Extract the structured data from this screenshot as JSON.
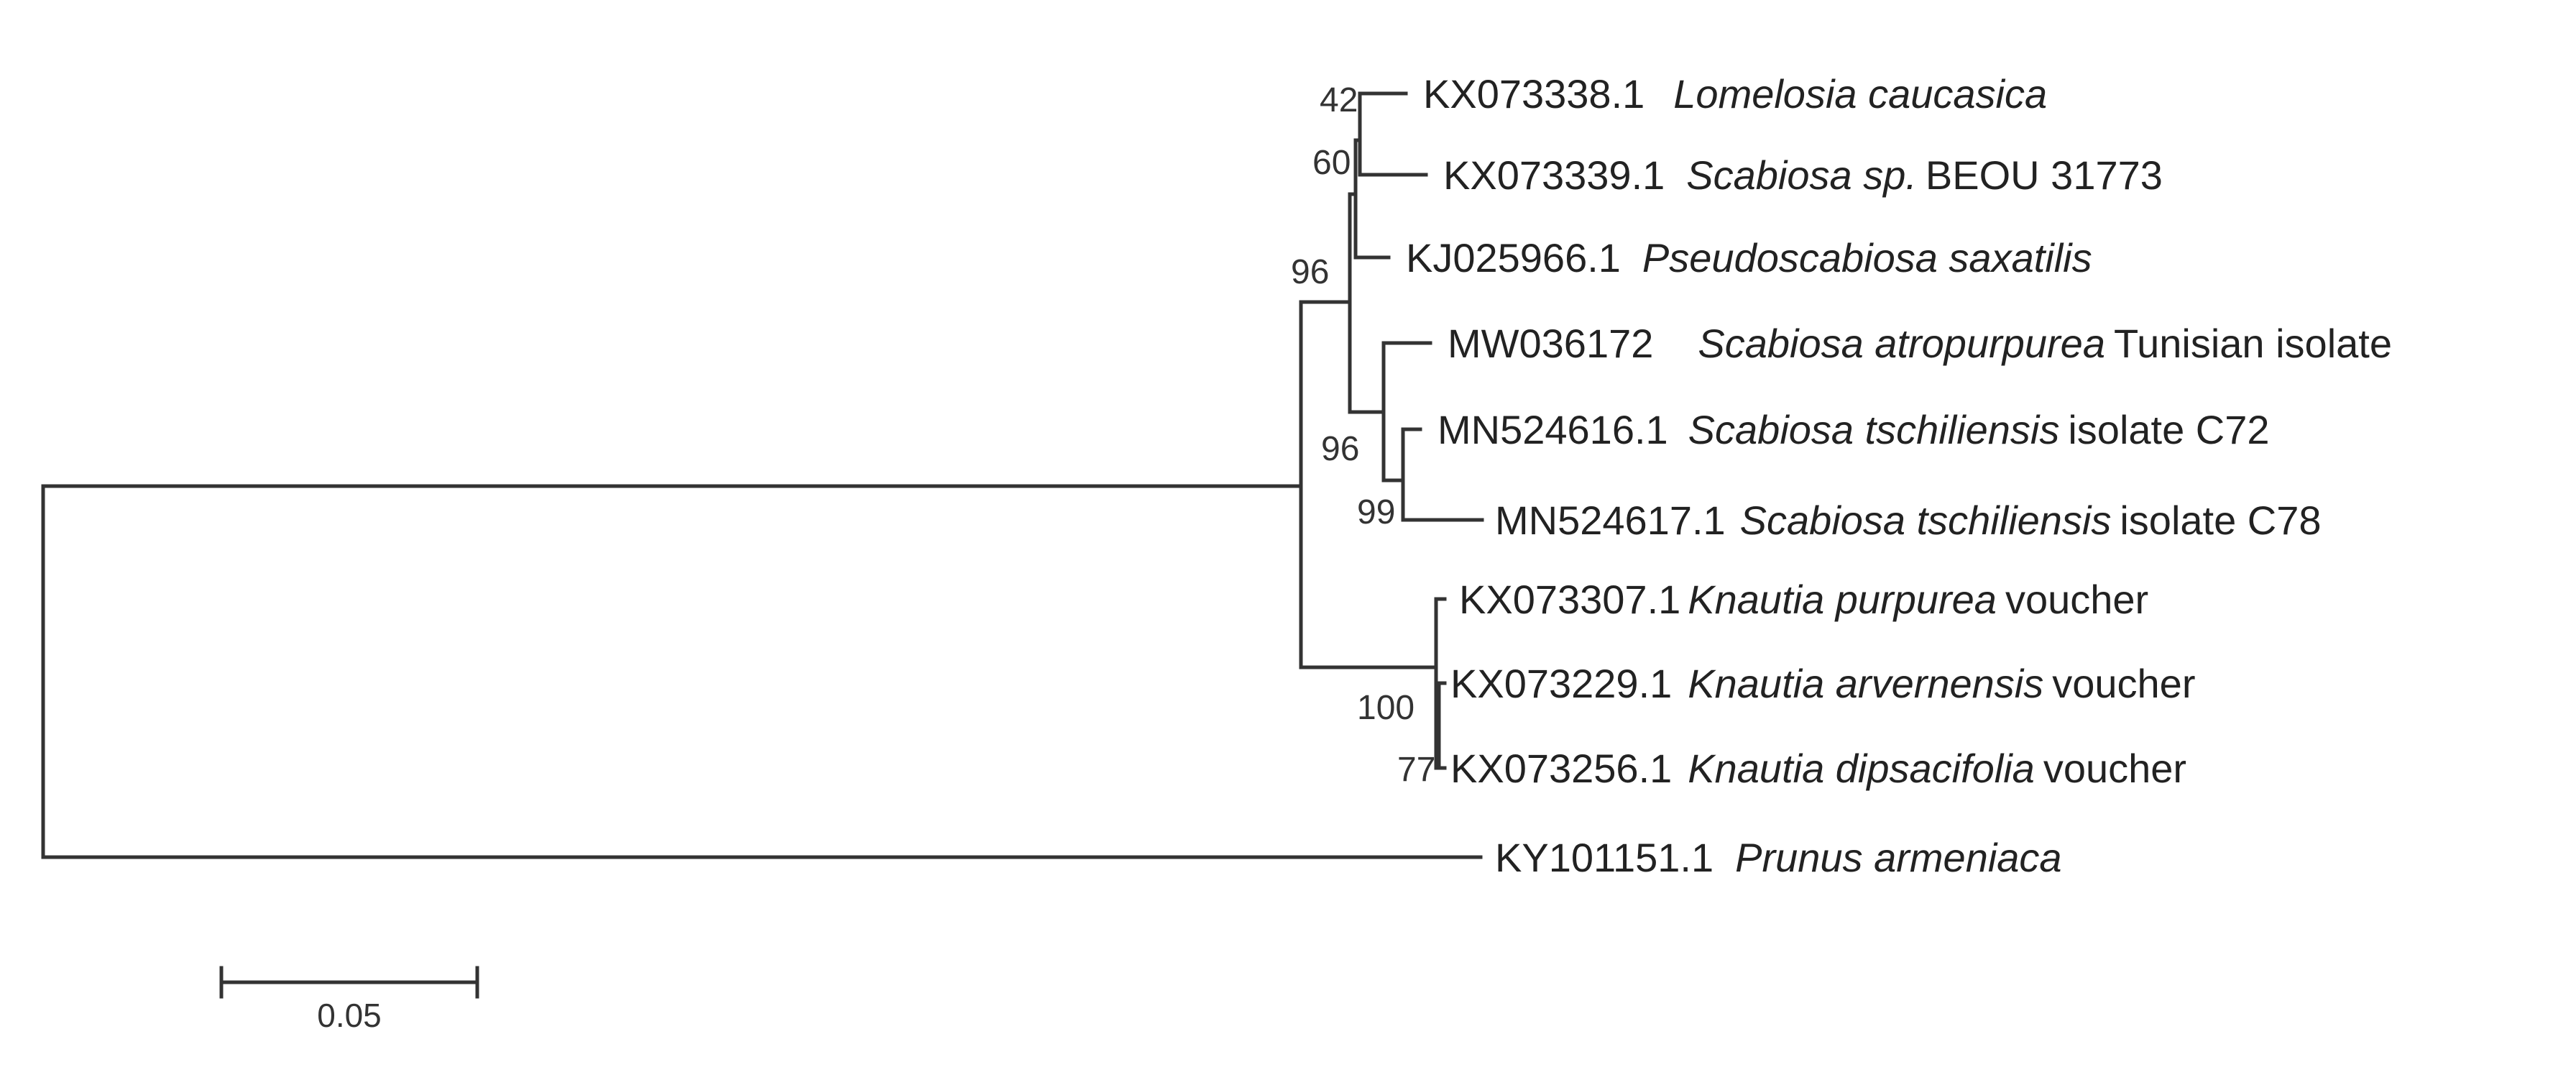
{
  "tree": {
    "taxa": [
      {
        "id": "t1",
        "accession": "KX073338.1",
        "species": "Lomelosia caucasica",
        "suffix": ""
      },
      {
        "id": "t2",
        "accession": "KX073339.1",
        "species": "Scabiosa sp.",
        "suffix": "BEOU 31773"
      },
      {
        "id": "t3",
        "accession": "KJ025966.1",
        "species": "Pseudoscabiosa saxatilis",
        "suffix": ""
      },
      {
        "id": "t4",
        "accession": "MW036172",
        "species": "Scabiosa atropurpurea",
        "suffix": "Tunisian isolate"
      },
      {
        "id": "t5",
        "accession": "MN524616.1",
        "species": "Scabiosa tschiliensis",
        "suffix": "isolate C72"
      },
      {
        "id": "t6",
        "accession": "MN524617.1",
        "species": "Scabiosa tschiliensis",
        "suffix": "isolate C78"
      },
      {
        "id": "t7",
        "accession": "KX073307.1",
        "species": "Knautia purpurea",
        "suffix": "voucher"
      },
      {
        "id": "t8",
        "accession": "KX073229.1",
        "species": "Knautia arvernensis",
        "suffix": "voucher"
      },
      {
        "id": "t9",
        "accession": "KX073256.1",
        "species": "Knautia dipsacifolia",
        "suffix": "voucher"
      },
      {
        "id": "t10",
        "accession": "KY101151.1",
        "species": "Prunus armeniaca",
        "suffix": ""
      }
    ],
    "bootstrap": [
      {
        "id": "b42",
        "value": "42"
      },
      {
        "id": "b60",
        "value": "60"
      },
      {
        "id": "b96a",
        "value": "96"
      },
      {
        "id": "b96b",
        "value": "96"
      },
      {
        "id": "b99",
        "value": "99"
      },
      {
        "id": "b100",
        "value": "100"
      },
      {
        "id": "b77",
        "value": "77"
      }
    ],
    "scale_bar": {
      "label": "0.05",
      "length": 0.05
    }
  }
}
